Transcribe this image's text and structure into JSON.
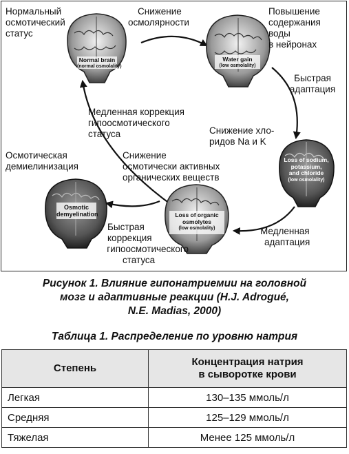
{
  "figure": {
    "labels": {
      "normal_status": [
        "Нормальный",
        "осмотический",
        "статус"
      ],
      "osmolarity_drop": [
        "Снижение",
        "осмолярности"
      ],
      "water_increase": [
        "Повышение",
        "содержания",
        "воды",
        "в нейронах"
      ],
      "fast_adaptation": [
        "Быстрая",
        "адаптация"
      ],
      "slow_correction": [
        "Медленная коррекция",
        "гипоосмотического",
        "статуса"
      ],
      "na_k_drop": [
        "Снижение хло-",
        "ридов Na и K"
      ],
      "osmotic_demyelination": [
        "Осмотическая",
        "демиелинизация"
      ],
      "organic_drop": [
        "Снижение",
        "осмотически активных",
        "органических веществ"
      ],
      "fast_correction": [
        "Быстрая",
        "коррекция",
        "гипоосмотического",
        "статуса"
      ],
      "slow_adaptation": [
        "Медленная",
        "адаптация"
      ]
    },
    "brains": {
      "normal": [
        "Normal brain",
        "(normal osmolality)"
      ],
      "water_gain": [
        "Water gain",
        "(low osmolality)"
      ],
      "loss_sodium": [
        "Loss of sodium,",
        "potassium,",
        "and chloride",
        "(low osmolality)"
      ],
      "loss_organic": [
        "Loss of organic",
        "osmolytes",
        "(low osmolality)"
      ],
      "demyelination": [
        "Osmotic",
        "demyelination"
      ]
    },
    "caption": [
      "Рисунок 1.  Влияние гипонатриемии на головной",
      "мозг и адаптивные реакции (H.J. Adrogué,",
      "N.E. Madias, 2000)"
    ]
  },
  "table": {
    "title": "Таблица 1.  Распределение по уровню натрия",
    "headers": {
      "degree": "Степень",
      "concentration": [
        "Концентрация натрия",
        "в сыворотке крови"
      ]
    },
    "rows": [
      {
        "degree": "Легкая",
        "value": "130–135 ммоль/л"
      },
      {
        "degree": "Средняя",
        "value": "125–129 ммоль/л"
      },
      {
        "degree": "Тяжелая",
        "value": "Менее 125 ммоль/л"
      }
    ]
  }
}
